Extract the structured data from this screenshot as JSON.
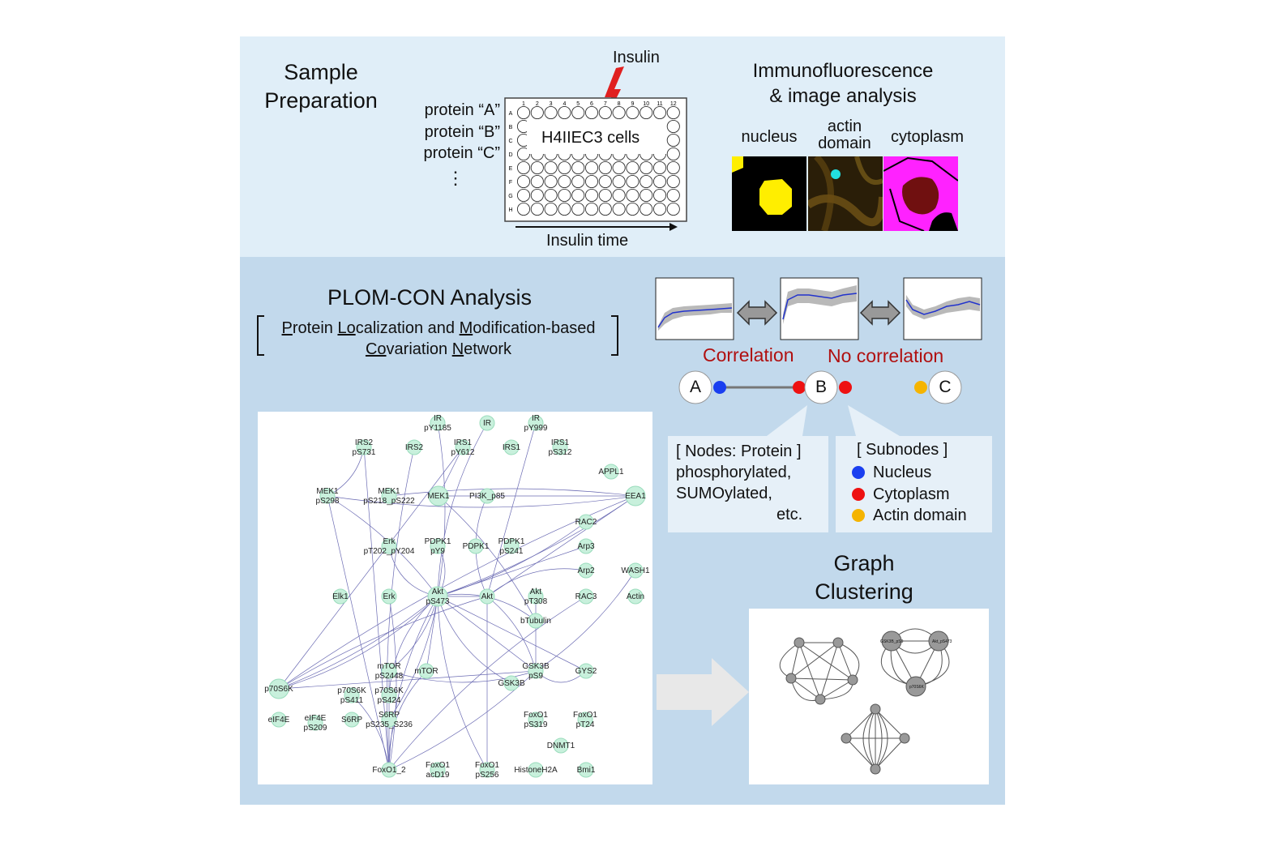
{
  "sample": {
    "title_line1": "Sample",
    "title_line2": "Preparation",
    "proteins": [
      "protein “A”",
      "protein “B”",
      "protein “C”"
    ],
    "ellipsis": "⋮",
    "insulin_label": "Insulin",
    "plate_label": "H4IIEC3 cells",
    "time_label": "Insulin time",
    "plate_columns": [
      "1",
      "2",
      "3",
      "4",
      "5",
      "6",
      "7",
      "8",
      "9",
      "10",
      "11",
      "12"
    ],
    "plate_rows": [
      "A",
      "B",
      "C",
      "D",
      "E",
      "F",
      "G",
      "H"
    ]
  },
  "imaging": {
    "title_line1": "Immunofluorescence",
    "title_line2": "& image analysis",
    "label_nucleus": "nucleus",
    "label_actin_line1": "actin",
    "label_actin_line2": "domain",
    "label_cytoplasm": "cytoplasm"
  },
  "plomcon": {
    "title": "PLOM-CON Analysis",
    "line1": {
      "a": "P",
      "b": "rotein ",
      "c": "Lo",
      "d": "calization and ",
      "e": "M",
      "f": "odification-based"
    },
    "line2": {
      "a": "Co",
      "b": "variation ",
      "c": "N",
      "d": "etwork"
    }
  },
  "correlation": {
    "correlation_label": "Correlation",
    "no_correlation_label": "No correlation",
    "node_a": "A",
    "node_b": "B",
    "node_c": "C",
    "colors": {
      "nucleus": "#1a3ff0",
      "cytoplasm": "#ee1111",
      "actin": "#f5b400",
      "red_text": "#b01010"
    }
  },
  "nodes_box": {
    "line1": "[ Nodes: Protein ]",
    "line2": "phosphorylated,",
    "line3": "SUMOylated,",
    "line4": "etc."
  },
  "subnodes_box": {
    "title": "[ Subnodes ]",
    "items": [
      "Nucleus",
      "Cytoplasm",
      "Actin domain"
    ]
  },
  "clustering": {
    "title_line1": "Graph",
    "title_line2": "Clustering",
    "node_labels": [
      "GSK3B_pS9",
      "Akt_pS473",
      "p70S6K"
    ]
  },
  "network": {
    "node_labels": [
      "IR pY1185",
      "IR",
      "IR pY999",
      "IRS2 pS731",
      "IRS2",
      "IRS1 pY612",
      "IRS1",
      "IRS1 pS312",
      "APPL1",
      "MEK1 pS298",
      "MEK1 pS218_pS222",
      "MEK1",
      "PI3K_p85",
      "EEA1",
      "RAC2",
      "Erk pT202_pY204",
      "PDPK1 pY9",
      "PDPK1",
      "PDPK1 pS241",
      "Arp3",
      "Arp2",
      "WASH1",
      "Elk1",
      "Erk",
      "Akt pS473",
      "Akt",
      "Akt pT308",
      "RAC3",
      "Actin",
      "bTubulin",
      "mTOR pS2448",
      "mTOR",
      "GSK3B pS9",
      "GYS2",
      "GSK3B",
      "p70S6K",
      "p70S6K pS411",
      "p70S6K pS424",
      "eIF4E",
      "eIF4E pS209",
      "S6RP",
      "S6RP pS235_S236",
      "FoxO1 pS319",
      "FoxO1 pT24",
      "DNMT1",
      "FoxO1_2",
      "FoxO1 acD19",
      "FoxO1 pS256",
      "HistoneH2A",
      "Bmi1"
    ]
  }
}
